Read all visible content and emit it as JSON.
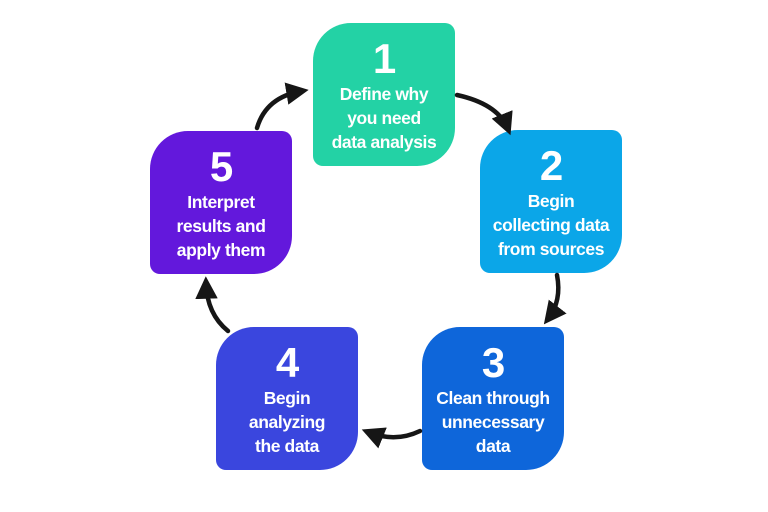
{
  "diagram": {
    "kind": "cycle",
    "background_color": "#ffffff",
    "arrow_color": "#161616",
    "text_color": "#ffffff"
  },
  "steps": [
    {
      "number": "1",
      "lines": [
        "Define why",
        "you need",
        "data analysis"
      ],
      "color": "#23d2a5"
    },
    {
      "number": "2",
      "lines": [
        "Begin",
        "collecting data",
        "from sources"
      ],
      "color": "#0ba6e8"
    },
    {
      "number": "3",
      "lines": [
        "Clean through",
        "unnecessary",
        "data"
      ],
      "color": "#0e66da"
    },
    {
      "number": "4",
      "lines": [
        "Begin",
        "analyzing",
        "the data"
      ],
      "color": "#3a46de"
    },
    {
      "number": "5",
      "lines": [
        "Interpret",
        "results and",
        "apply them"
      ],
      "color": "#6318dc"
    }
  ],
  "arrows": [
    {
      "from": "5",
      "to": "1"
    },
    {
      "from": "1",
      "to": "2"
    },
    {
      "from": "2",
      "to": "3"
    },
    {
      "from": "3",
      "to": "4"
    },
    {
      "from": "4",
      "to": "5"
    }
  ]
}
